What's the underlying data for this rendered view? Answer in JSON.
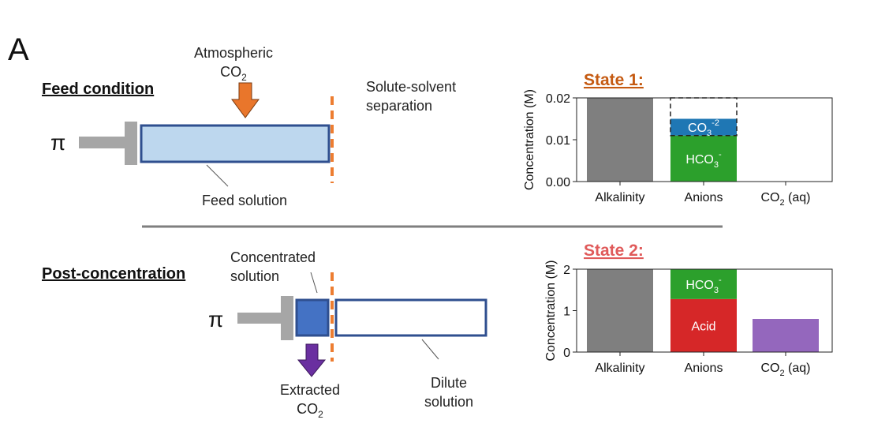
{
  "panel_letter": "A",
  "feed": {
    "heading": "Feed condition",
    "pi": "π",
    "atm_line1": "Atmospheric",
    "atm_co": "CO",
    "atm_sub": "2",
    "separation_line1": "Solute-solvent",
    "separation_line2": "separation",
    "solution_label": "Feed solution"
  },
  "post": {
    "heading": "Post-concentration",
    "pi": "π",
    "conc_line1": "Concentrated",
    "conc_line2": "solution",
    "extracted_line1": "Extracted",
    "extracted_co": "CO",
    "extracted_sub": "2",
    "dilute_line1": "Dilute",
    "dilute_line2": "solution"
  },
  "colors": {
    "orange_arrow": "#e9762b",
    "purple_arrow": "#6a2fa0",
    "feed_fill": "#bdd7ee",
    "conc_fill": "#4472c4",
    "vessel_stroke": "#2f4f8f",
    "dash": "#ed7d31",
    "plunger": "#a6a6a6",
    "divider": "#7f7f7f"
  },
  "chart_data": [
    {
      "type": "bar",
      "title": "State 1:",
      "title_color": "#c55a11",
      "ylabel": "Concentration (M)",
      "ylim": [
        0,
        0.02
      ],
      "yticks": [
        "0.00",
        "0.01",
        "0.02"
      ],
      "ytick_values": [
        0,
        0.01,
        0.02
      ],
      "categories": [
        "Alkalinity",
        "Anions",
        "CO2 (aq)"
      ],
      "series": [
        {
          "name": "Alkalinity",
          "color": "#7f7f7f",
          "values": [
            0.02,
            0,
            0
          ]
        },
        {
          "name": "HCO3-",
          "label_base": "HCO",
          "label_sub": "3",
          "label_sup": "-",
          "color": "#2ca02c",
          "values": [
            0,
            0.011,
            0
          ]
        },
        {
          "name": "CO3-2",
          "label_base": "CO",
          "label_sub": "3",
          "label_sup": "-2",
          "color": "#1f77b4",
          "values": [
            0,
            0.004,
            0
          ]
        }
      ],
      "dashed_box": {
        "category": "Anions",
        "from": 0.011,
        "to": 0.02
      },
      "x_sub_label": {
        "base": "CO",
        "sub": "2",
        "tail": " (aq)"
      }
    },
    {
      "type": "bar",
      "title": "State 2:",
      "title_color": "#e05a5a",
      "ylabel": "Concentration (M)",
      "ylim": [
        0,
        2
      ],
      "yticks": [
        "0",
        "1",
        "2"
      ],
      "ytick_values": [
        0,
        1,
        2
      ],
      "categories": [
        "Alkalinity",
        "Anions",
        "CO2 (aq)"
      ],
      "series": [
        {
          "name": "Alkalinity",
          "color": "#7f7f7f",
          "values": [
            2.0,
            0,
            0
          ]
        },
        {
          "name": "Acid",
          "label_base": "Acid",
          "color": "#d62728",
          "values": [
            0,
            1.28,
            0
          ]
        },
        {
          "name": "HCO3-",
          "label_base": "HCO",
          "label_sub": "3",
          "label_sup": "-",
          "color": "#2ca02c",
          "values": [
            0,
            0.72,
            0
          ]
        },
        {
          "name": "CO2 (aq)",
          "color": "#9467bd",
          "values": [
            0,
            0,
            0.8
          ]
        }
      ],
      "x_sub_label": {
        "base": "CO",
        "sub": "2",
        "tail": " (aq)"
      }
    }
  ]
}
